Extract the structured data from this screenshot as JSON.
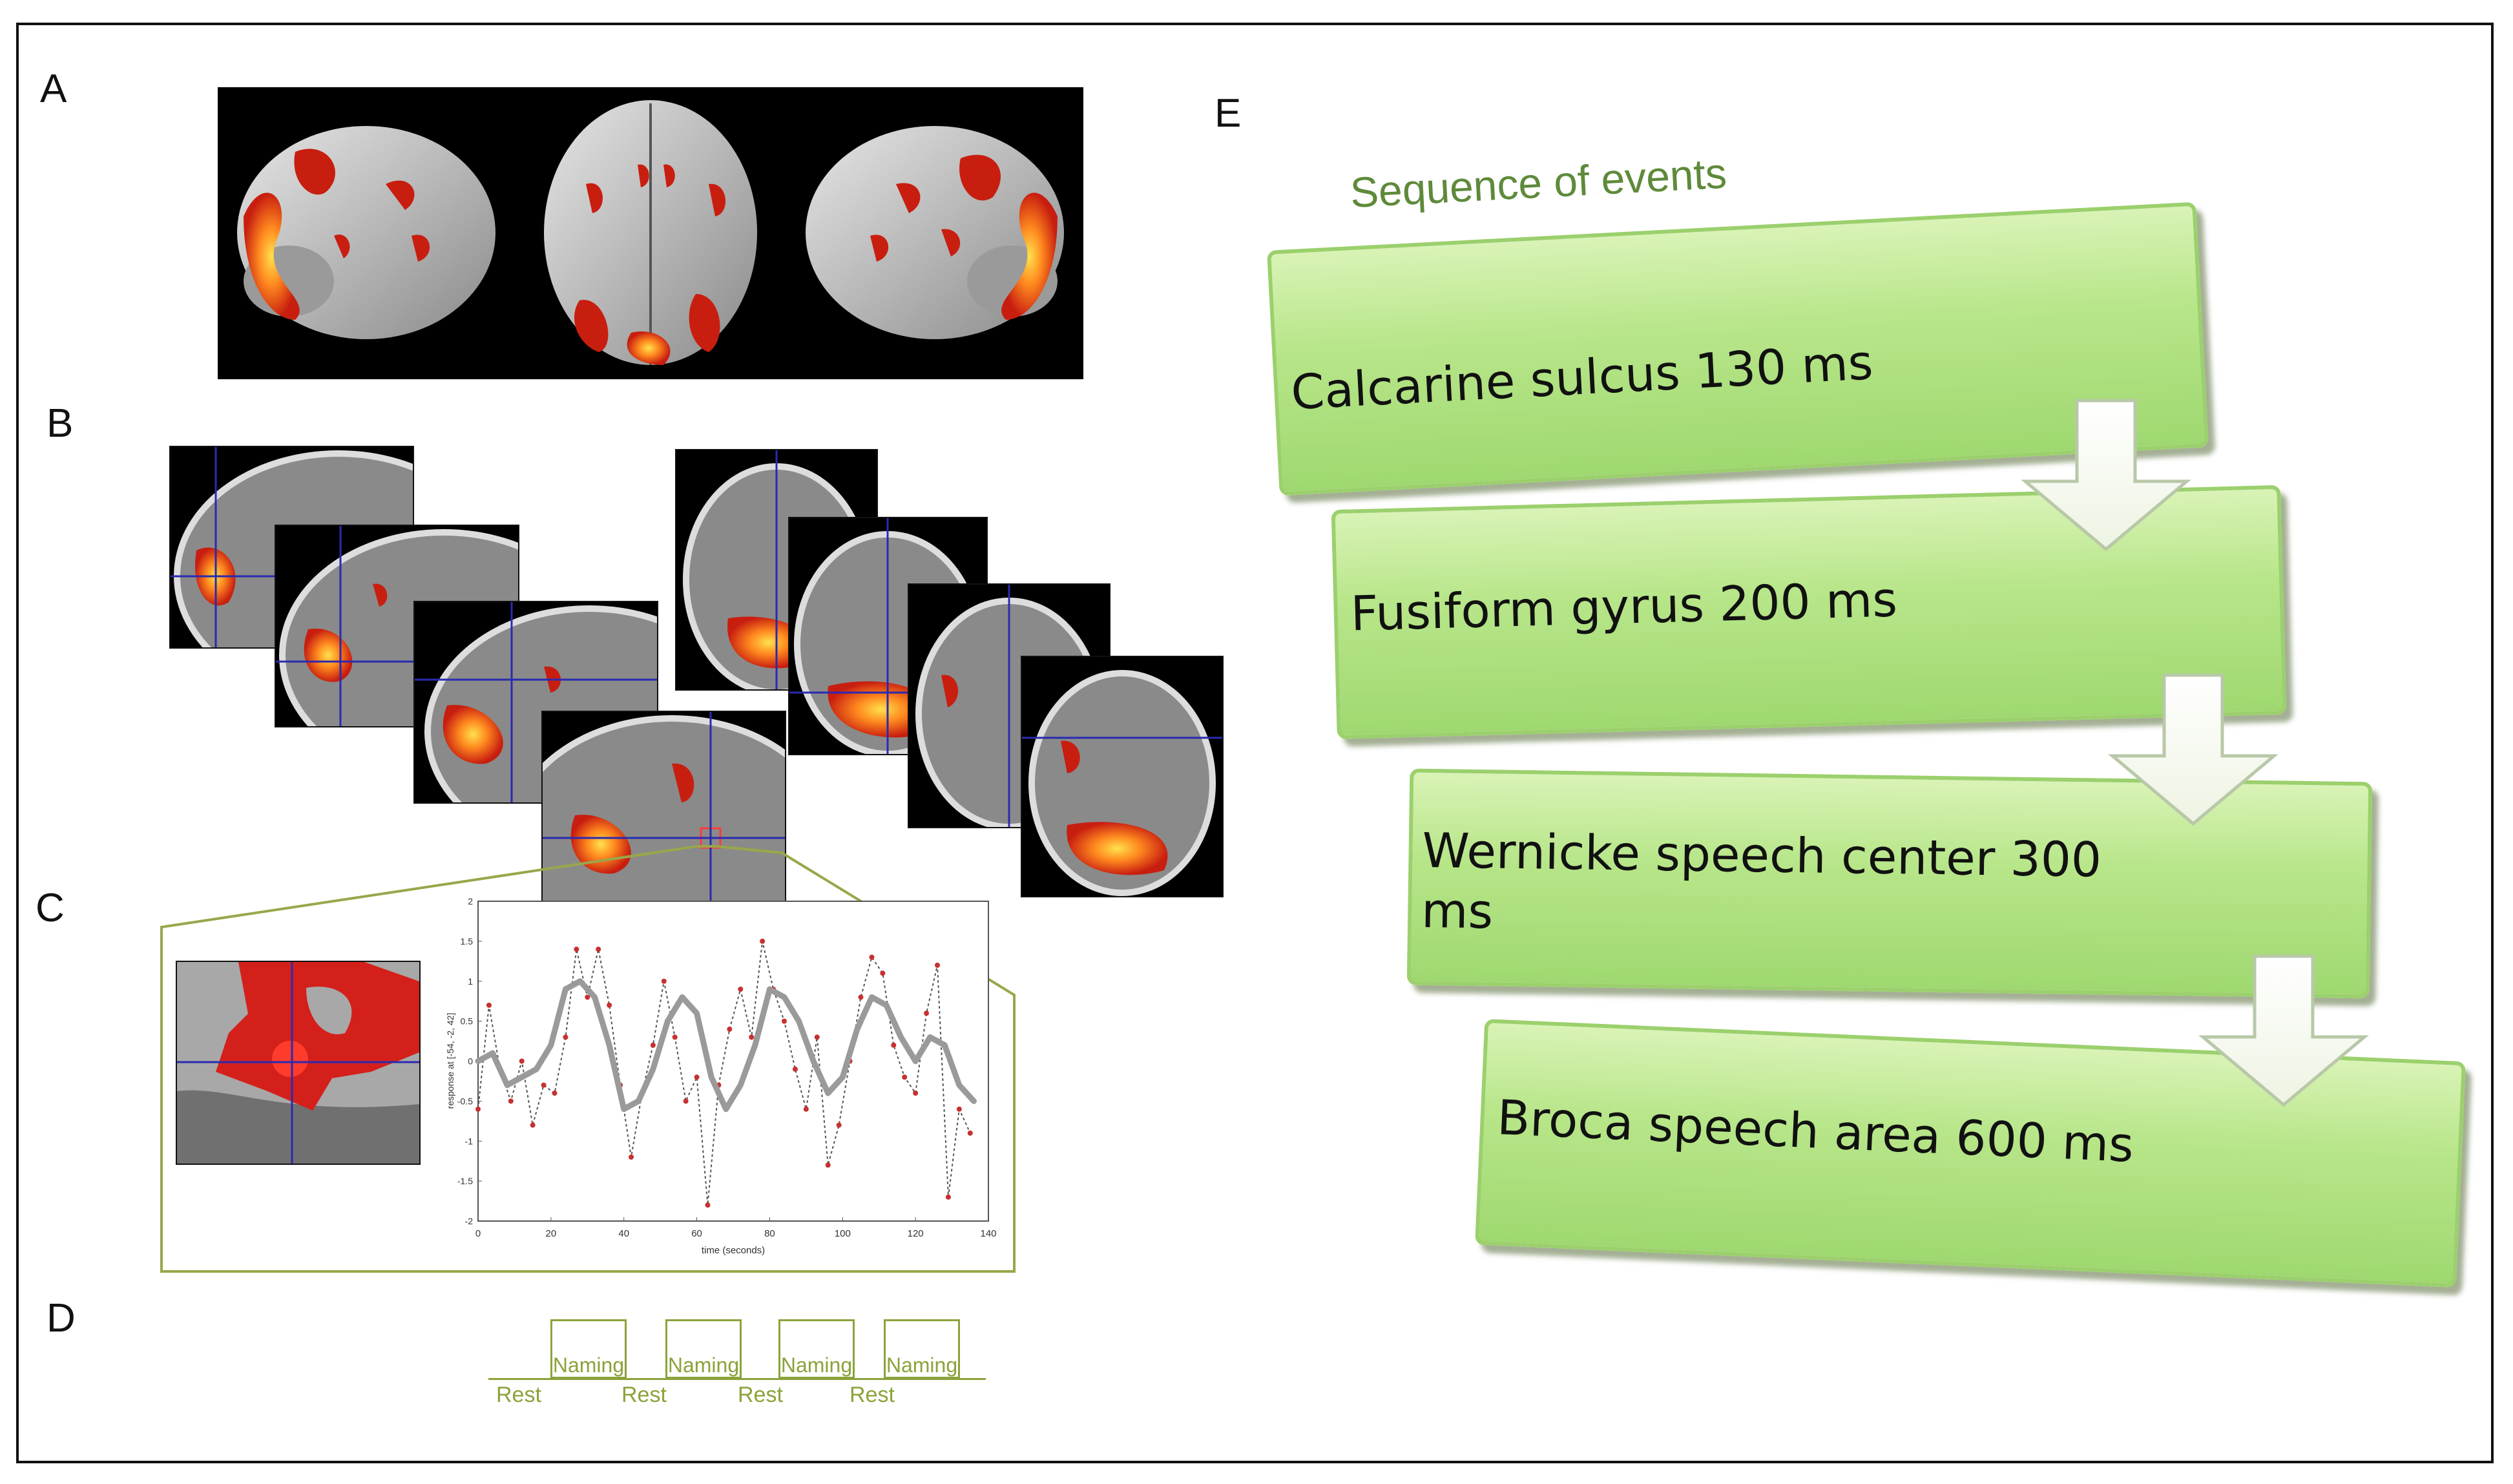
{
  "panels": {
    "a": "A",
    "b": "B",
    "c": "C",
    "d": "D",
    "e": "E"
  },
  "sequence": {
    "title": "Sequence of events",
    "steps": [
      {
        "line1": "Calcarine sulcus 130 ms",
        "line2": ""
      },
      {
        "line1": "Fusiform gyrus 200 ms",
        "line2": ""
      },
      {
        "line1": "Wernicke speech center 300",
        "line2": "ms"
      },
      {
        "line1": "Broca speech area 600 ms",
        "line2": ""
      }
    ]
  },
  "colors": {
    "box_green": "#b8e68a",
    "title_green": "#5e8a3a",
    "timeline_green": "#8aa33a",
    "activation_red": "#c81e10",
    "activation_yellow": "#ffd23c"
  },
  "timeline": {
    "naming_label": "Naming",
    "rest_label": "Rest",
    "blocks": 4,
    "rests": 4
  },
  "chart_data": {
    "type": "line",
    "xlabel": "time (seconds)",
    "ylabel": "response at [-54, -2, 42]",
    "xlim": [
      0,
      140
    ],
    "ylim": [
      -2,
      2
    ],
    "xticks": [
      "0",
      "20",
      "40",
      "60",
      "80",
      "100",
      "120",
      "140"
    ],
    "yticks": [
      "2",
      "1.5",
      "1",
      "0.5",
      "0",
      "-0.5",
      "-1",
      "-1.5",
      "-2"
    ],
    "series": [
      {
        "style": "dotted-with-markers",
        "x": [
          0,
          3,
          6,
          9,
          12,
          15,
          18,
          21,
          24,
          27,
          30,
          33,
          36,
          39,
          42,
          45,
          48,
          51,
          54,
          57,
          60,
          63,
          66,
          69,
          72,
          75,
          78,
          81,
          84,
          87,
          90,
          93,
          96,
          99,
          102,
          105,
          108,
          111,
          114,
          117,
          120,
          123,
          126,
          129,
          132,
          135
        ],
        "y": [
          -0.6,
          0.7,
          -0.1,
          -0.5,
          0.0,
          -0.8,
          -0.3,
          -0.4,
          0.3,
          1.4,
          0.8,
          1.4,
          0.7,
          -0.3,
          -1.2,
          -0.4,
          0.2,
          1.0,
          0.3,
          -0.5,
          -0.2,
          -1.8,
          -0.3,
          0.4,
          0.9,
          0.3,
          1.5,
          0.9,
          0.5,
          -0.1,
          -0.6,
          0.3,
          -1.3,
          -0.8,
          0.0,
          0.8,
          1.3,
          1.1,
          0.2,
          -0.2,
          -0.4,
          0.6,
          1.2,
          -1.7,
          -0.6,
          -0.9
        ]
      },
      {
        "style": "smooth-grey",
        "x": [
          0,
          4,
          8,
          12,
          16,
          20,
          24,
          28,
          32,
          36,
          40,
          44,
          48,
          52,
          56,
          60,
          64,
          68,
          72,
          76,
          80,
          84,
          88,
          92,
          96,
          100,
          104,
          108,
          112,
          116,
          120,
          124,
          128,
          132,
          136
        ],
        "y": [
          0.0,
          0.1,
          -0.3,
          -0.2,
          -0.1,
          0.2,
          0.9,
          1.0,
          0.8,
          0.2,
          -0.6,
          -0.5,
          -0.1,
          0.5,
          0.8,
          0.6,
          -0.2,
          -0.6,
          -0.3,
          0.2,
          0.9,
          0.8,
          0.5,
          0.0,
          -0.4,
          -0.2,
          0.4,
          0.8,
          0.7,
          0.3,
          0.0,
          0.3,
          0.2,
          -0.3,
          -0.5
        ]
      }
    ]
  }
}
